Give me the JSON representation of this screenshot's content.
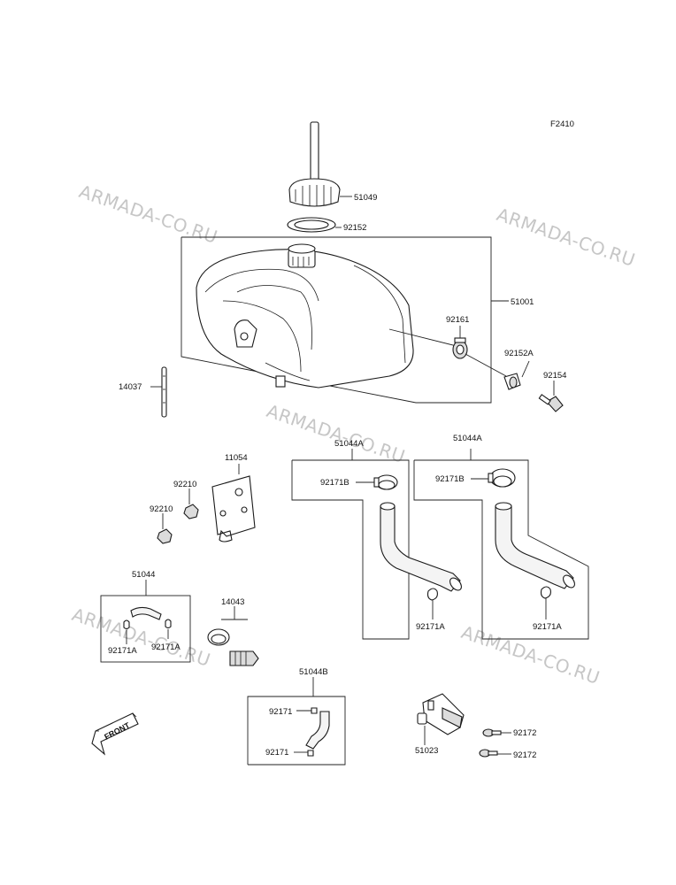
{
  "diagram_code": "F2410",
  "watermark": "ARMADA-CO.RU",
  "part_labels": {
    "p51049": "51049",
    "p92152": "92152",
    "p51001": "51001",
    "p92161": "92161",
    "p92152A": "92152A",
    "p92154": "92154",
    "p14037": "14037",
    "p51044A_left": "51044A",
    "p51044A_right": "51044A",
    "p92171B_left": "92171B",
    "p92171B_right": "92171B",
    "p92171A_left": "92171A",
    "p92171A_right": "92171A",
    "p11054": "11054",
    "p92210_a": "92210",
    "p92210_b": "92210",
    "p51044": "51044",
    "p92171A_sm1": "92171A",
    "p92171A_sm2": "92171A",
    "p14043": "14043",
    "p51044B": "51044B",
    "p92171_a": "92171",
    "p92171_b": "92171",
    "p51023": "51023",
    "p92172_a": "92172",
    "p92172_b": "92172"
  },
  "front_arrow_label": "FRONT"
}
